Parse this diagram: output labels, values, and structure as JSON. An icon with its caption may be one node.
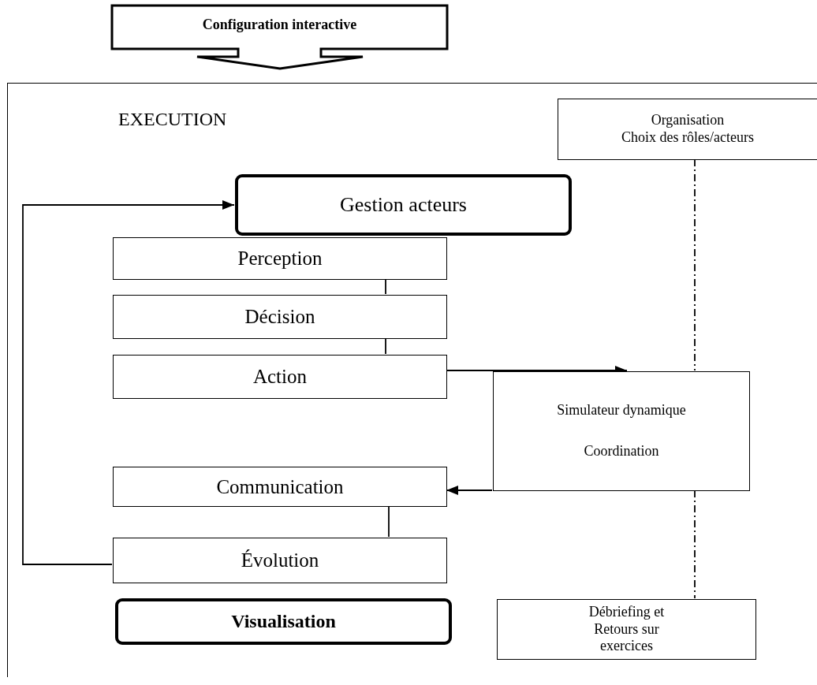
{
  "diagram": {
    "nodes": [
      {
        "text": [
          "Configuration interactive"
        ]
      },
      {
        "text": [
          "EXECUTION"
        ]
      },
      {
        "text": [
          "Organisation",
          "Choix des rôles/acteurs"
        ],
        "in": 1
      },
      {
        "text": [
          "Gestion acteurs"
        ],
        "in": 1
      },
      {
        "text": [
          "Perception"
        ],
        "in": 1
      },
      {
        "text": [
          "Décision"
        ],
        "in": 1
      },
      {
        "text": [
          "Action"
        ],
        "in": 1
      },
      {
        "text": [
          "Simulateur dynamique",
          "Coordination"
        ],
        "in": 1
      },
      {
        "text": [
          "Communication"
        ],
        "in": 1
      },
      {
        "text": [
          "Évolution"
        ],
        "in": 1
      },
      {
        "text": [
          "Visualisation"
        ],
        "in": 1
      },
      {
        "text": [
          "Débriefing et Retours sur exercices"
        ],
        "in": 1
      }
    ],
    "edges": [
      {
        "from": 4,
        "to": 5,
        "arrow": "none"
      },
      {
        "from": 5,
        "to": 6,
        "arrow": "none"
      },
      {
        "from": 6,
        "to": 7,
        "arrow": "to"
      },
      {
        "from": 7,
        "to": 8,
        "arrow": "to"
      },
      {
        "from": 8,
        "to": 9,
        "arrow": "none"
      },
      {
        "from": 9,
        "to": 3,
        "arrow": "to"
      },
      {
        "from": 2,
        "to": 7,
        "arrow": "none",
        "style": "dashed"
      },
      {
        "from": 7,
        "to": 11,
        "arrow": "none",
        "style": "dashed"
      }
    ]
  }
}
